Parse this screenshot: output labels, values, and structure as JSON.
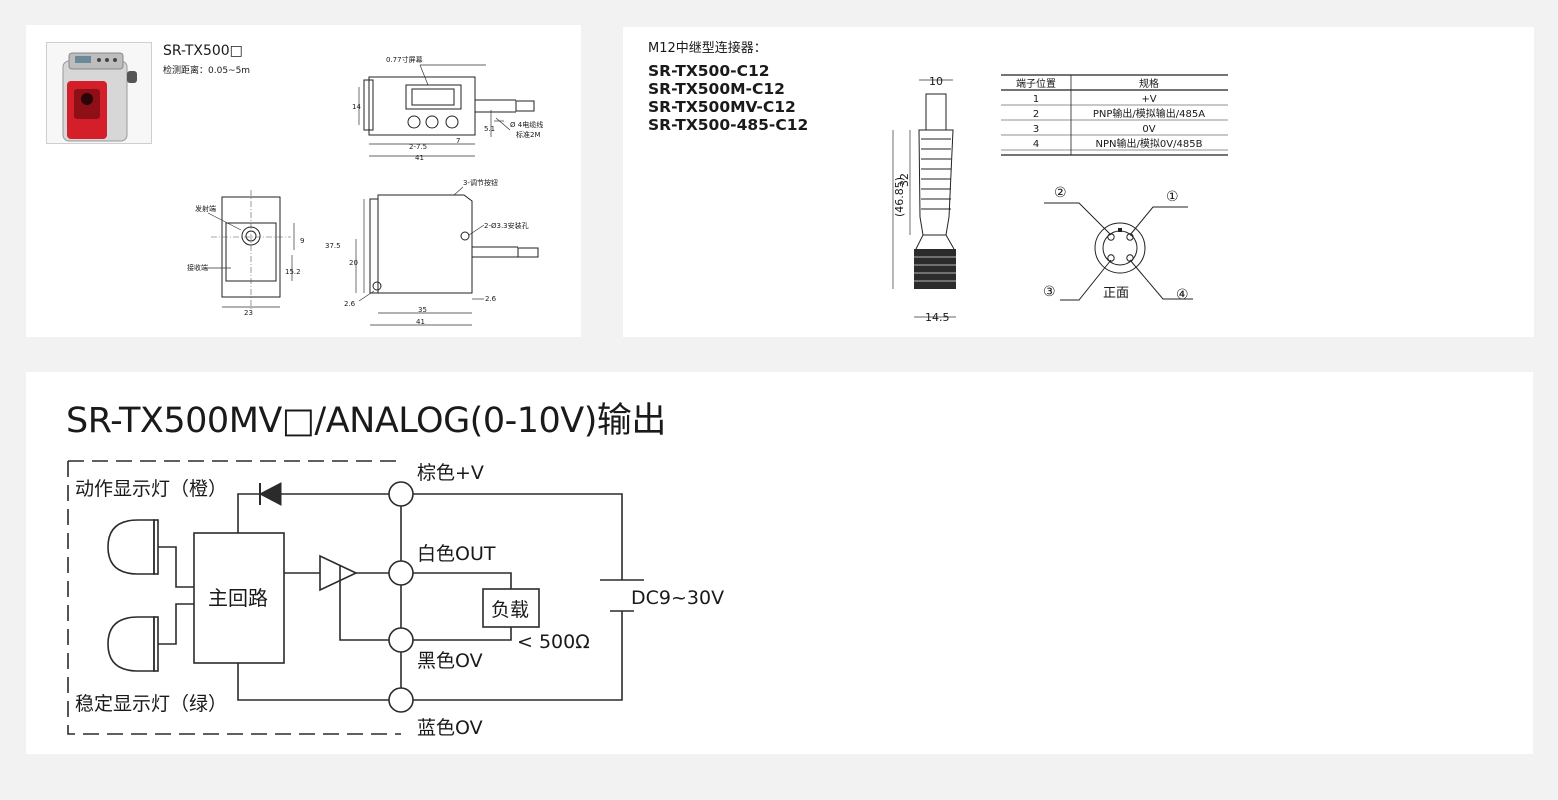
{
  "panel1": {
    "model": "SR-TX500□",
    "detect_range": "检测距离：0.05~5m",
    "front": {
      "screen": "0.77寸屏幕",
      "cable": "Ø 4电缆线",
      "cable_std": "标准2M",
      "d14": "14",
      "d5_1": "5.1",
      "d7": "7",
      "d2_7_5": "2-7.5",
      "d41": "41"
    },
    "side": {
      "emitter": "发射端",
      "receiver": "接收端",
      "d9": "9",
      "d15_2": "15.2",
      "d23": "23"
    },
    "top": {
      "buttons": "3-调节按钮",
      "holes": "2-Ø3.3安装孔",
      "d37_5": "37.5",
      "d20": "20",
      "d2_6_left": "2.6",
      "d2_6_right": "2.6",
      "d35": "35",
      "d41": "41"
    }
  },
  "panel2": {
    "title": "M12中继型连接器：",
    "models": [
      "SR-TX500-C12",
      "SR-TX500M-C12",
      "SR-TX500MV-C12",
      "SR-TX500-485-C12"
    ],
    "dim_10": "10",
    "dim_32": "32",
    "dim_46_85": "(46.85)",
    "dim_14_5": "14.5",
    "table": {
      "headers": [
        "端子位置",
        "规格"
      ],
      "rows": [
        [
          "1",
          "+V"
        ],
        [
          "2",
          "PNP输出/模拟输出/485A"
        ],
        [
          "3",
          "0V"
        ],
        [
          "4",
          "NPN输出/模拟0V/485B"
        ]
      ]
    },
    "pins": [
      "②",
      "①",
      "③",
      "④"
    ],
    "front_label": "正面"
  },
  "panel3": {
    "title": "SR-TX500MV□/ANALOG(0-10V)输出",
    "action_lamp": "动作显示灯（橙）",
    "stable_lamp": "稳定显示灯（绿）",
    "main_circuit": "主回路",
    "brown": "棕色+V",
    "white": "白色OUT",
    "black": "黑色OV",
    "blue": "蓝色OV",
    "load": "负载",
    "load_spec": "< 500Ω",
    "supply": "DC9~30V"
  }
}
